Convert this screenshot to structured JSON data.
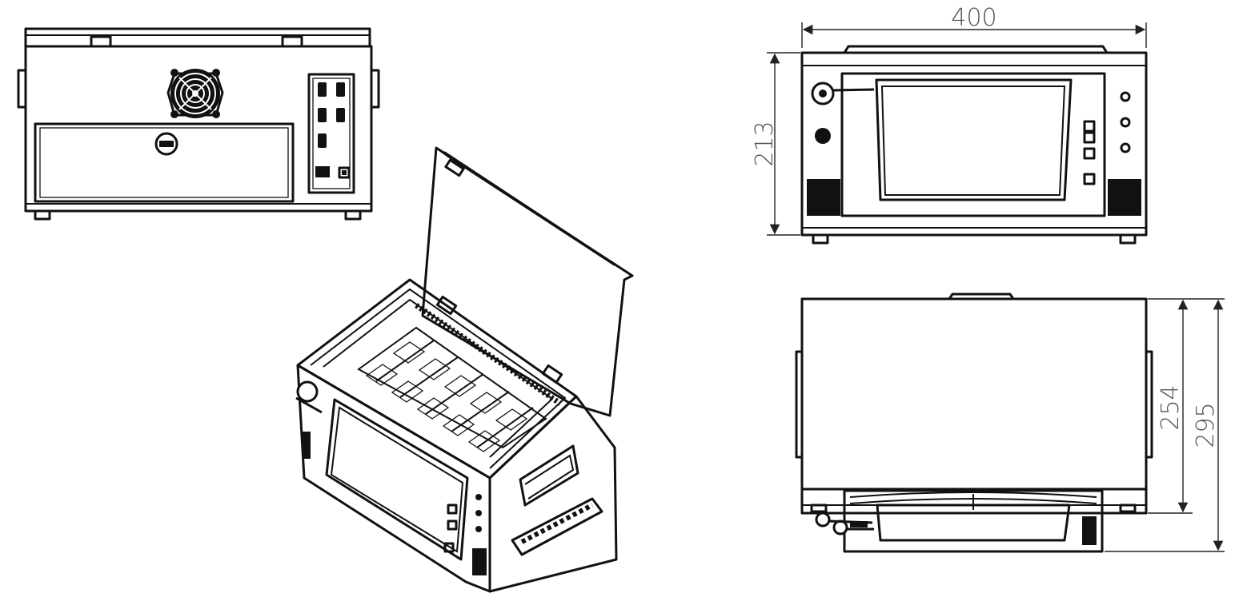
{
  "views": {
    "back": {
      "name": "back-view"
    },
    "isometric": {
      "name": "isometric-view"
    },
    "front": {
      "name": "front-view"
    },
    "top": {
      "name": "top-view"
    }
  },
  "dimensions": {
    "width": "400",
    "front_height": "213",
    "depth_body": "254",
    "depth_total": "295"
  },
  "colors": {
    "line": "#111111",
    "dimension": "#555555",
    "background": "#ffffff"
  }
}
